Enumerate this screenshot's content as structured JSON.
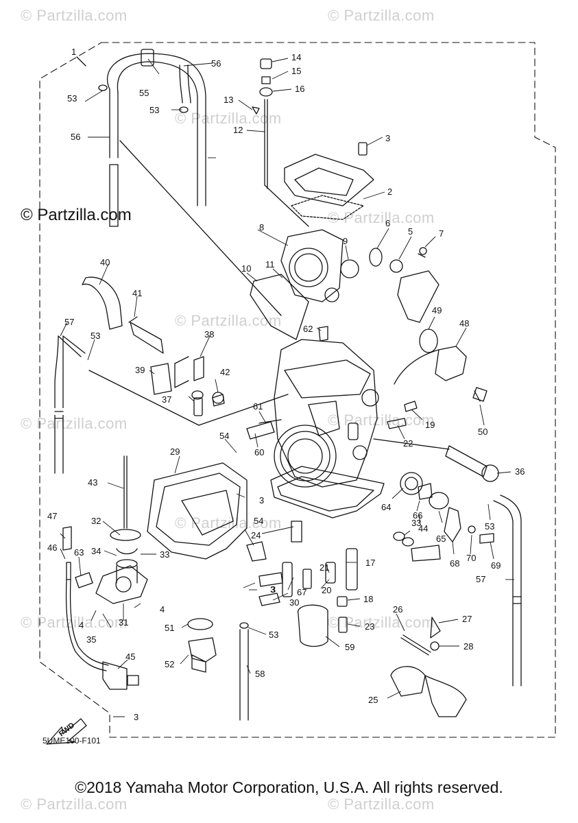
{
  "watermarks": {
    "faint": [
      "© Partzilla.com",
      "© Partzilla.com",
      "© Partzilla.com",
      "© Partzilla.com",
      "© Partzilla.com",
      "© Partzilla.com",
      "© Partzilla.com",
      "© Partzilla.com",
      "© Partzilla.com",
      "© Partzilla.com",
      "© Partzilla.com",
      "© Partzilla.com"
    ],
    "prominent": "© Partzilla.com"
  },
  "diagram": {
    "code": "5UME100-F101",
    "fwd_label": "FWD",
    "callouts": [
      "1",
      "2",
      "3",
      "3",
      "3",
      "3",
      "3",
      "4",
      "4",
      "5",
      "6",
      "7",
      "8",
      "9",
      "10",
      "11",
      "12",
      "13",
      "14",
      "15",
      "16",
      "17",
      "18",
      "19",
      "20",
      "21",
      "22",
      "23",
      "24",
      "25",
      "26",
      "27",
      "28",
      "29",
      "30",
      "31",
      "32",
      "33",
      "33",
      "34",
      "35",
      "36",
      "37",
      "38",
      "39",
      "40",
      "41",
      "42",
      "43",
      "44",
      "45",
      "46",
      "47",
      "48",
      "49",
      "50",
      "51",
      "52",
      "53",
      "53",
      "53",
      "53",
      "53",
      "54",
      "54",
      "55",
      "56",
      "56",
      "57",
      "57",
      "58",
      "59",
      "60",
      "61",
      "62",
      "63",
      "64",
      "65",
      "66",
      "67",
      "68",
      "69",
      "70"
    ]
  },
  "footer": {
    "copyright": "©2018 Yamaha Motor Corporation, U.S.A. All rights reserved."
  },
  "colors": {
    "line": "#111111",
    "watermark": "#cfcfcf",
    "background": "#ffffff"
  }
}
